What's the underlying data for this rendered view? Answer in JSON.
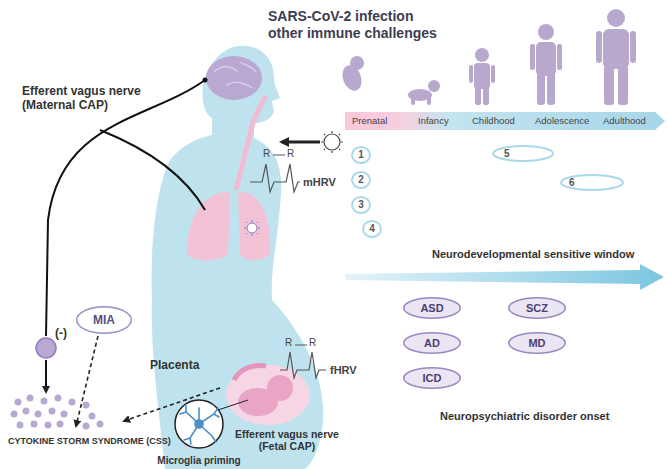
{
  "diagram": {
    "title": "SARS-CoV-2 infection other immune challenges",
    "nodes": [
      {
        "text": [
          "MIA"
        ]
      },
      {
        "text": [
          "Prenatal",
          "Infancy",
          "Childhood",
          "Adolescence",
          "Adulthood"
        ]
      },
      {
        "text": [
          "1"
        ]
      },
      {
        "text": [
          "2"
        ]
      },
      {
        "text": [
          "3"
        ]
      },
      {
        "text": [
          "4"
        ]
      },
      {
        "text": [
          "5"
        ]
      },
      {
        "text": [
          "6"
        ]
      },
      {
        "text": [
          "ASD"
        ]
      },
      {
        "text": [
          "SCZ"
        ]
      },
      {
        "text": [
          "AD"
        ]
      },
      {
        "text": [
          "MD"
        ]
      },
      {
        "text": [
          "ICD"
        ]
      }
    ],
    "labels": [
      "Efferent vagus nerve (Maternal CAP)",
      "(-)",
      "CYTOKINE STORM SYNDROME (CSS)",
      "Placenta",
      "R",
      "R",
      "mHRV",
      "R",
      "R",
      "fHRV",
      "Efferent vagus nerve (Fetal CAP)",
      "Microglia priming",
      "Neurodevelopmental sensitive window",
      "Neuropsychiatric disorder onset"
    ]
  }
}
